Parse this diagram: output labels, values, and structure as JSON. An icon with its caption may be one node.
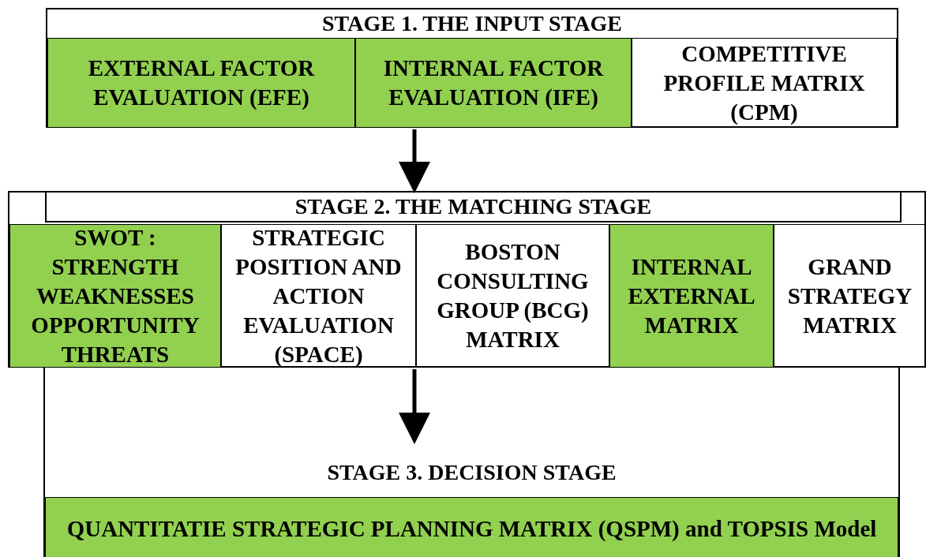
{
  "diagram": {
    "nodes": [
      {
        "text": [
          "STAGE 1. THE INPUT STAGE"
        ]
      },
      {
        "text": [
          "EXTERNAL FACTOR EVALUATION (EFE)"
        ],
        "in": 0
      },
      {
        "text": [
          "INTERNAL FACTOR EVALUATION (IFE)"
        ],
        "in": 0
      },
      {
        "text": [
          "COMPETITIVE PROFILE MATRIX (CPM)"
        ],
        "in": 0
      },
      {
        "text": [
          "STAGE 2. THE MATCHING STAGE"
        ]
      },
      {
        "text": [
          "SWOT : STRENGTH WEAKNESSES OPPORTUNITY THREATS"
        ],
        "in": 4
      },
      {
        "text": [
          "STRATEGIC POSITION AND ACTION EVALUATION (SPACE)"
        ],
        "in": 4
      },
      {
        "text": [
          "BOSTON CONSULTING GROUP (BCG) MATRIX"
        ],
        "in": 4
      },
      {
        "text": [
          "INTERNAL EXTERNAL MATRIX"
        ],
        "in": 4
      },
      {
        "text": [
          "GRAND STRATEGY MATRIX"
        ],
        "in": 4
      },
      {
        "text": [
          "STAGE 3. DECISION STAGE"
        ]
      },
      {
        "text": [
          "QUANTITATIE STRATEGIC PLANNING MATRIX (QSPM) and TOPSIS Model"
        ],
        "in": 10
      }
    ],
    "edges": [
      {
        "from": 0,
        "to": 4,
        "arrow": "to"
      },
      {
        "from": 4,
        "to": 10,
        "arrow": "to"
      }
    ]
  }
}
